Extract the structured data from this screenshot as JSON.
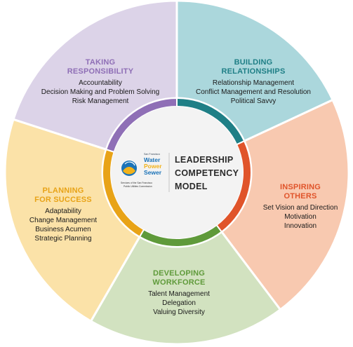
{
  "center": {
    "title_lines": [
      "LEADERSHIP",
      "COMPETENCY",
      "MODEL"
    ],
    "logo": {
      "top_text": "San Francisco",
      "words": [
        "Water",
        "Power",
        "Sewer"
      ],
      "sub_lines": [
        "Services of the San Francisco",
        "Public Utilities Commission"
      ]
    }
  },
  "segments": [
    {
      "id": "taking-responsibility",
      "title_lines": [
        "TAKING",
        "RESPONSIBILITY"
      ],
      "items": [
        "Accountability",
        "Decision Making and Problem Solving",
        "Risk Management"
      ],
      "fill": "#dcd3e8",
      "accent": "#8f6fb6"
    },
    {
      "id": "building-relationships",
      "title_lines": [
        "BUILDING",
        "RELATIONSHIPS"
      ],
      "items": [
        "Relationship Management",
        "Conflict Management and Resolution",
        "Political Savvy"
      ],
      "fill": "#abd7dc",
      "accent": "#1f7f86"
    },
    {
      "id": "inspiring-others",
      "title_lines": [
        "INSPIRING",
        "OTHERS"
      ],
      "items": [
        "Set Vision and Direction",
        "Motivation",
        "Innovation"
      ],
      "fill": "#f8c9b0",
      "accent": "#e0542a"
    },
    {
      "id": "developing-workforce",
      "title_lines": [
        "DEVELOPING",
        "WORKFORCE"
      ],
      "items": [
        "Talent Management",
        "Delegation",
        "Valuing Diversity"
      ],
      "fill": "#d2e2c0",
      "accent": "#5f9a3a"
    },
    {
      "id": "planning-for-success",
      "title_lines": [
        "PLANNING",
        "FOR SUCCESS"
      ],
      "items": [
        "Adaptability",
        "Change Management",
        "Business Acumen",
        "Strategic Planning"
      ],
      "fill": "#fbe2a8",
      "accent": "#e8a317"
    }
  ],
  "colors": {
    "center_fill": "#f3f3f3",
    "divider": "#ffffff",
    "logo_blue": "#1b73b8",
    "logo_yellow": "#f2b21a"
  }
}
